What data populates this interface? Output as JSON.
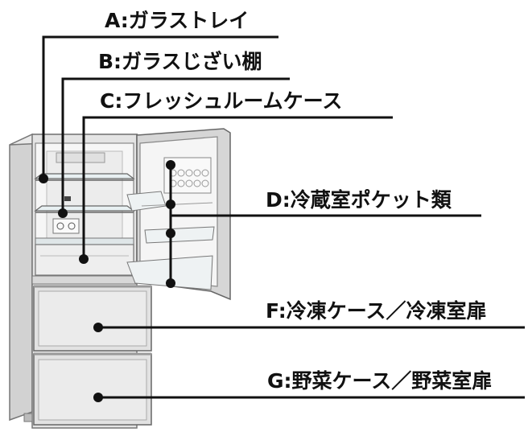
{
  "labels": {
    "a": "A:ガラストレイ",
    "b": "B:ガラスじざい棚",
    "c": "C:フレッシュルームケース",
    "d": "D:冷蔵室ポケット類",
    "f": "F:冷凍ケース／冷凍室扉",
    "g": "G:野菜ケース／野菜室扉"
  },
  "colors": {
    "leader": "#111111",
    "body": "#e6e6e6",
    "body_edge": "#8a8a8a",
    "interior": "#f4f4f4",
    "drawer": "#dcdcdc"
  }
}
